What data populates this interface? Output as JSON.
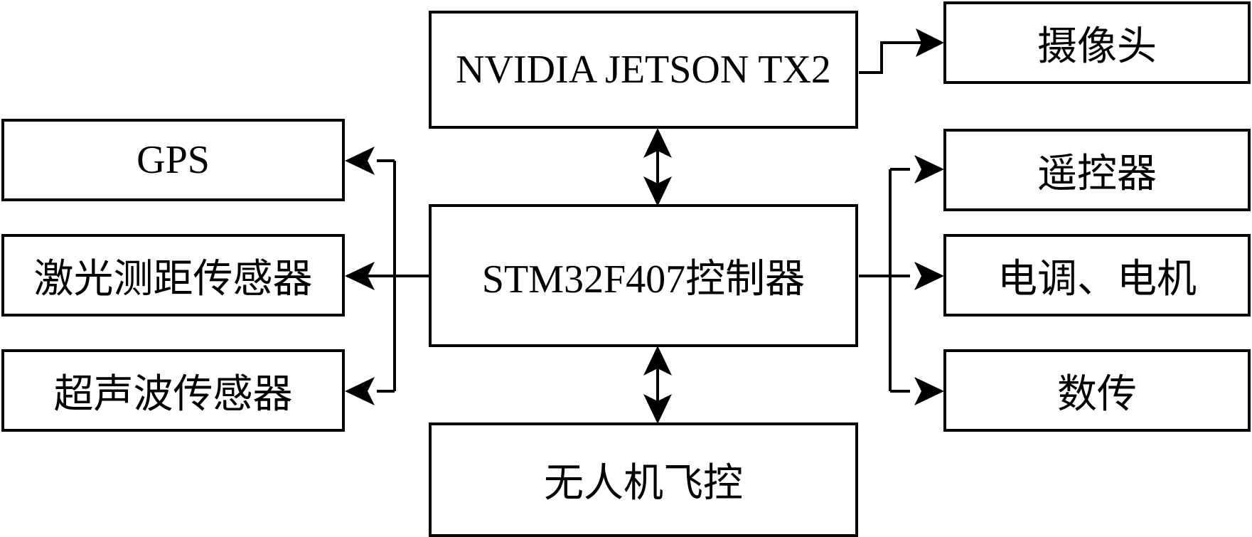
{
  "diagram": {
    "nodes": {
      "jetson": "NVIDIA JETSON TX2",
      "camera": "摄像头",
      "gps": "GPS",
      "laser": "激光测距传感器",
      "ultrasonic": "超声波传感器",
      "stm32": "STM32F407控制器",
      "remote": "遥控器",
      "esc_motor": "电调、电机",
      "datalink": "数传",
      "flight_ctrl": "无人机飞控"
    },
    "edges": [
      {
        "from": "jetson",
        "to": "camera",
        "direction": "forward"
      },
      {
        "from": "jetson",
        "to": "stm32",
        "direction": "bidirectional"
      },
      {
        "from": "stm32",
        "to": "gps",
        "direction": "forward"
      },
      {
        "from": "stm32",
        "to": "laser",
        "direction": "forward"
      },
      {
        "from": "stm32",
        "to": "ultrasonic",
        "direction": "forward"
      },
      {
        "from": "stm32",
        "to": "remote",
        "direction": "forward"
      },
      {
        "from": "stm32",
        "to": "esc_motor",
        "direction": "forward"
      },
      {
        "from": "stm32",
        "to": "datalink",
        "direction": "forward"
      },
      {
        "from": "stm32",
        "to": "flight_ctrl",
        "direction": "bidirectional"
      }
    ],
    "colors": {
      "stroke": "#000000",
      "fill": "#ffffff"
    }
  }
}
